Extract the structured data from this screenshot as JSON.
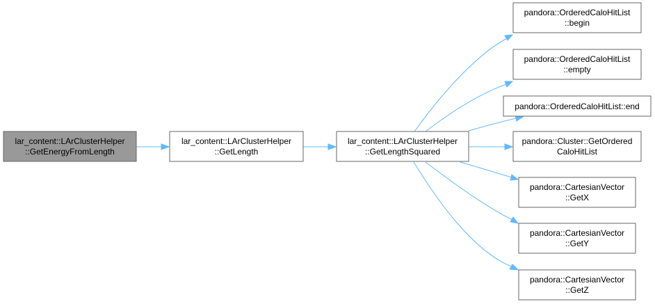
{
  "graph": {
    "colors": {
      "root_fill": "#999999",
      "node_fill": "#ffffff",
      "node_border": "#666666",
      "edge": "#63b8ff"
    },
    "nodes": {
      "root": {
        "lines": [
          "lar_content::LArClusterHelper",
          "::GetEnergyFromLength"
        ]
      },
      "len": {
        "lines": [
          "lar_content::LArClusterHelper",
          "::GetLength"
        ]
      },
      "lensq": {
        "lines": [
          "lar_content::LArClusterHelper",
          "::GetLengthSquared"
        ]
      },
      "begin": {
        "lines": [
          "pandora::OrderedCaloHitList",
          "::begin"
        ]
      },
      "empty": {
        "lines": [
          "pandora::OrderedCaloHitList",
          "::empty"
        ]
      },
      "end": {
        "lines": [
          "pandora::OrderedCaloHitList::end"
        ]
      },
      "goch": {
        "lines": [
          "pandora::Cluster::GetOrdered",
          "CaloHitList"
        ]
      },
      "getx": {
        "lines": [
          "pandora::CartesianVector",
          "::GetX"
        ]
      },
      "gety": {
        "lines": [
          "pandora::CartesianVector",
          "::GetY"
        ]
      },
      "getz": {
        "lines": [
          "pandora::CartesianVector",
          "::GetZ"
        ]
      }
    },
    "edges": [
      [
        "root",
        "len"
      ],
      [
        "len",
        "lensq"
      ],
      [
        "lensq",
        "begin"
      ],
      [
        "lensq",
        "empty"
      ],
      [
        "lensq",
        "end"
      ],
      [
        "lensq",
        "goch"
      ],
      [
        "lensq",
        "getx"
      ],
      [
        "lensq",
        "gety"
      ],
      [
        "lensq",
        "getz"
      ]
    ]
  }
}
